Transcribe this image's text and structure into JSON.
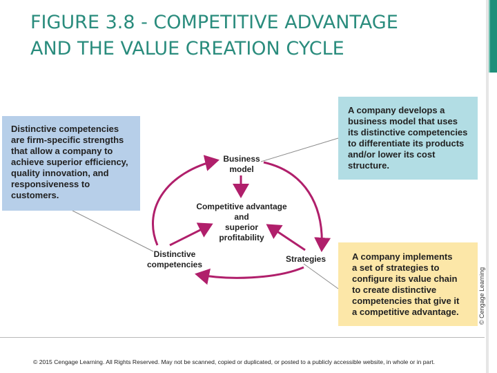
{
  "title": {
    "line1": "FIGURE 3.8 - COMPETITIVE ADVANTAGE",
    "line2": "AND THE VALUE CREATION CYCLE"
  },
  "boxes": {
    "distinctive": [
      "Distinctive competencies",
      "are firm-specific strengths",
      "that allow a company to",
      "achieve superior efficiency,",
      "quality innovation, and",
      "responsiveness to",
      "customers."
    ],
    "business_model": [
      "A company develops a",
      "business model that uses",
      "its distinctive competencies",
      "to differentiate its products",
      "and/or lower its cost",
      "structure."
    ],
    "strategies": [
      "A company implements",
      "a set of strategies to",
      "configure its value chain",
      "to create distinctive",
      "competencies that give it",
      "a competitive advantage."
    ]
  },
  "nodes": {
    "business_model": [
      "Business",
      "model"
    ],
    "center": [
      "Competitive advantage",
      "and",
      "superior",
      "profitability"
    ],
    "distinctive": [
      "Distinctive",
      "competencies"
    ],
    "strategies": "Strategies"
  },
  "credit": "© Cengage Learning",
  "footer": "© 2015 Cengage Learning. All Rights Reserved. May not be scanned, copied or duplicated, or posted to a publicly accessible website, in whole or in part.",
  "colors": {
    "title": "#2a8c7d",
    "arrow": "#b01f6b",
    "box_blue": "#b7cfe9",
    "box_teal": "#b2dde4",
    "box_yellow": "#fce7a8"
  }
}
